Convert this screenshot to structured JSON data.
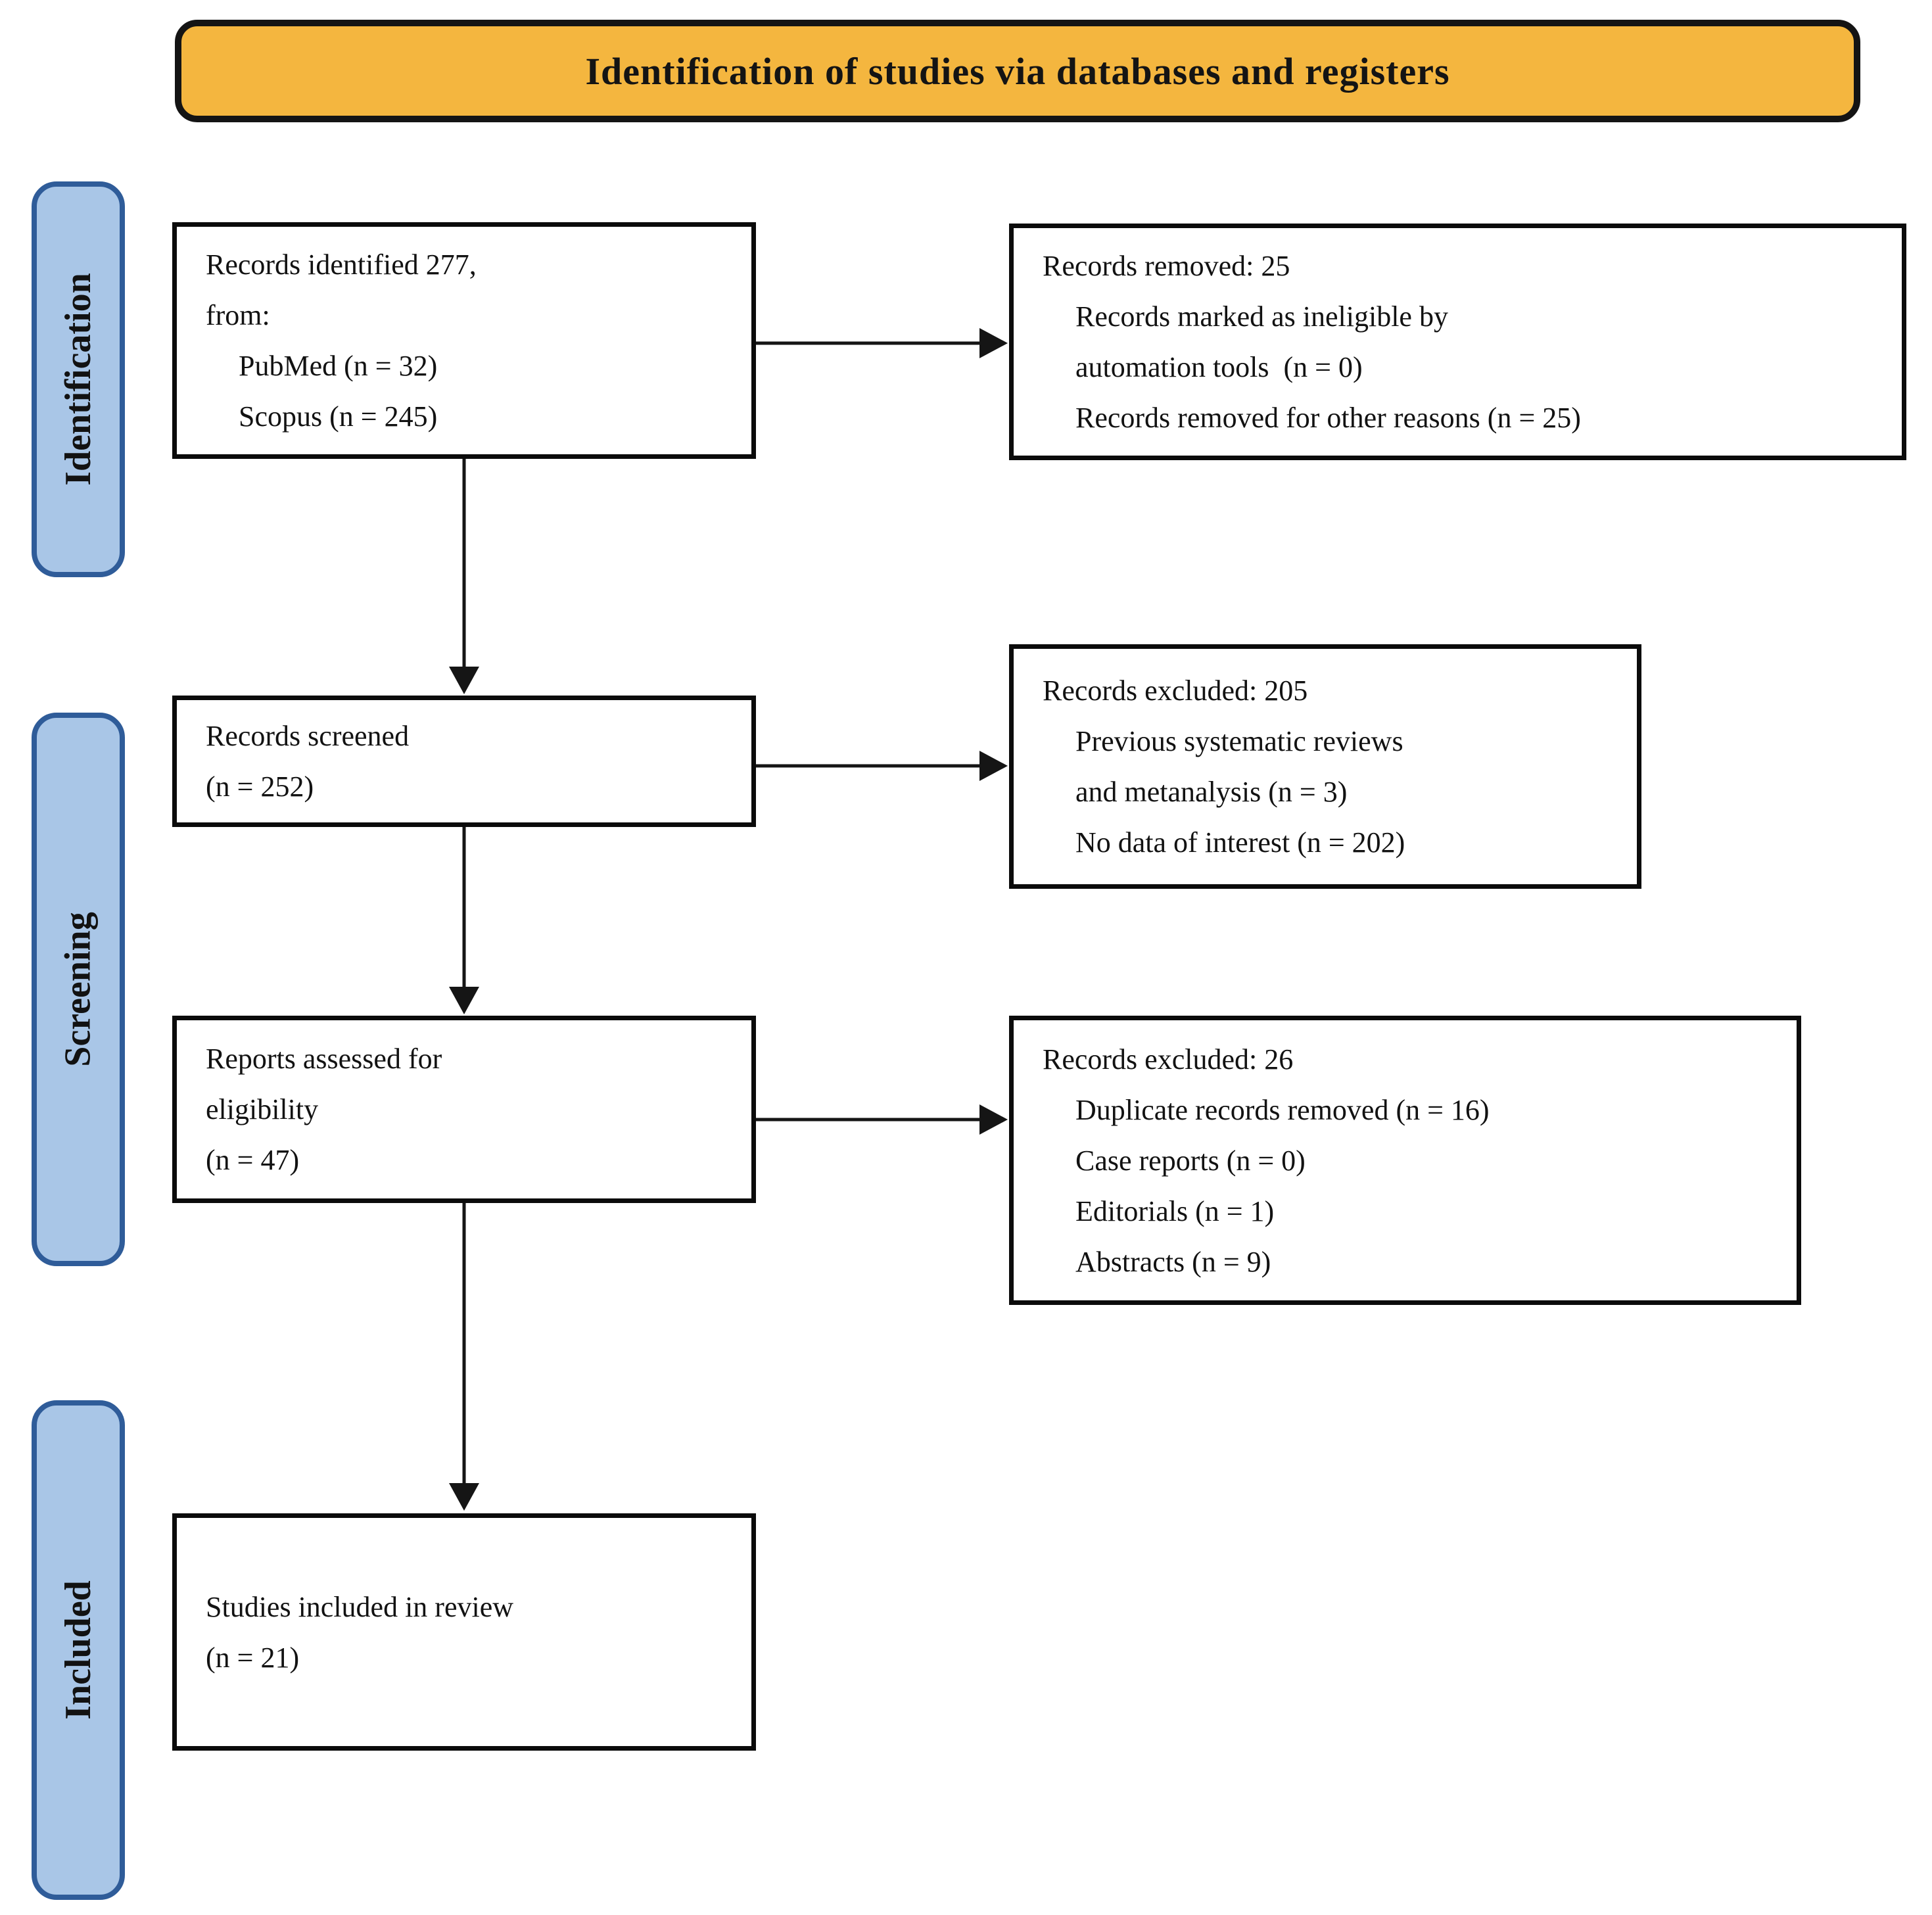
{
  "title_banner": {
    "text": "Identification of studies via databases and registers"
  },
  "stage_labels": {
    "identification": "Identification",
    "screening": "Screening",
    "included": "Included"
  },
  "flow_boxes": {
    "records_identified": {
      "lines": [
        "Records identified 277,",
        "from:",
        "PubMed (n = 32)",
        "Scopus (n = 245)"
      ]
    },
    "records_removed": {
      "lines": [
        "Records removed: 25",
        "Records marked as ineligible by",
        "automation tools  (n = 0)",
        "Records removed for other reasons (n = 25)"
      ]
    },
    "records_screened": {
      "lines": [
        "Records screened",
        "(n = 252)"
      ]
    },
    "records_excluded_screening": {
      "lines": [
        "Records excluded: 205",
        "Previous systematic reviews",
        "and metanalysis (n = 3)",
        "No data of interest (n = 202)"
      ]
    },
    "reports_assessed": {
      "lines": [
        "Reports assessed for",
        "eligibility",
        "(n = 47)"
      ]
    },
    "records_excluded_eligibility": {
      "lines": [
        "Records excluded: 26",
        "Duplicate records removed (n = 16)",
        "Case reports (n = 0)",
        "Editorials (n = 1)",
        "Abstracts (n = 9)"
      ]
    },
    "studies_included": {
      "lines": [
        "Studies included in review",
        "(n = 21)"
      ]
    }
  },
  "colors": {
    "banner_fill": "#F4B63F",
    "banner_border": "#141414",
    "stage_fill": "#A9C6E7",
    "stage_border": "#2F5C99",
    "box_border": "#0B0B0B",
    "arrow_color": "#151515",
    "text_color": "#121212"
  }
}
